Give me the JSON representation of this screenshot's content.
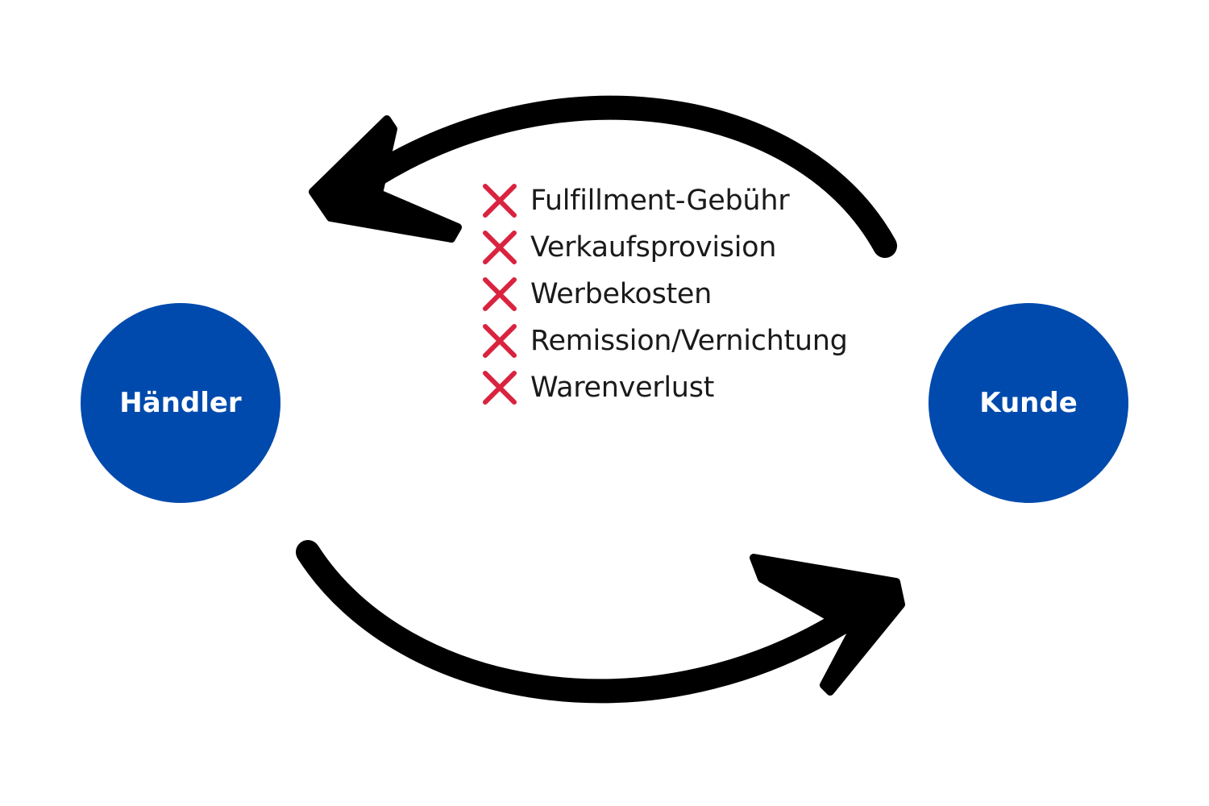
{
  "nodes": {
    "left": {
      "label": "Händler",
      "color": "#004aad"
    },
    "right": {
      "label": "Kunde",
      "color": "#004aad"
    }
  },
  "costs": {
    "icon": "cross-icon",
    "icon_color": "#d9233f",
    "items": [
      {
        "label": "Fulfillment-Gebühr"
      },
      {
        "label": "Verkaufsprovision"
      },
      {
        "label": "Werbekosten"
      },
      {
        "label": "Remission/Vernichtung"
      },
      {
        "label": "Warenverlust"
      }
    ]
  },
  "arrows": {
    "color": "#000000",
    "top": {
      "from": "Kunde",
      "to": "Händler"
    },
    "bottom": {
      "from": "Händler",
      "to": "Kunde"
    }
  }
}
